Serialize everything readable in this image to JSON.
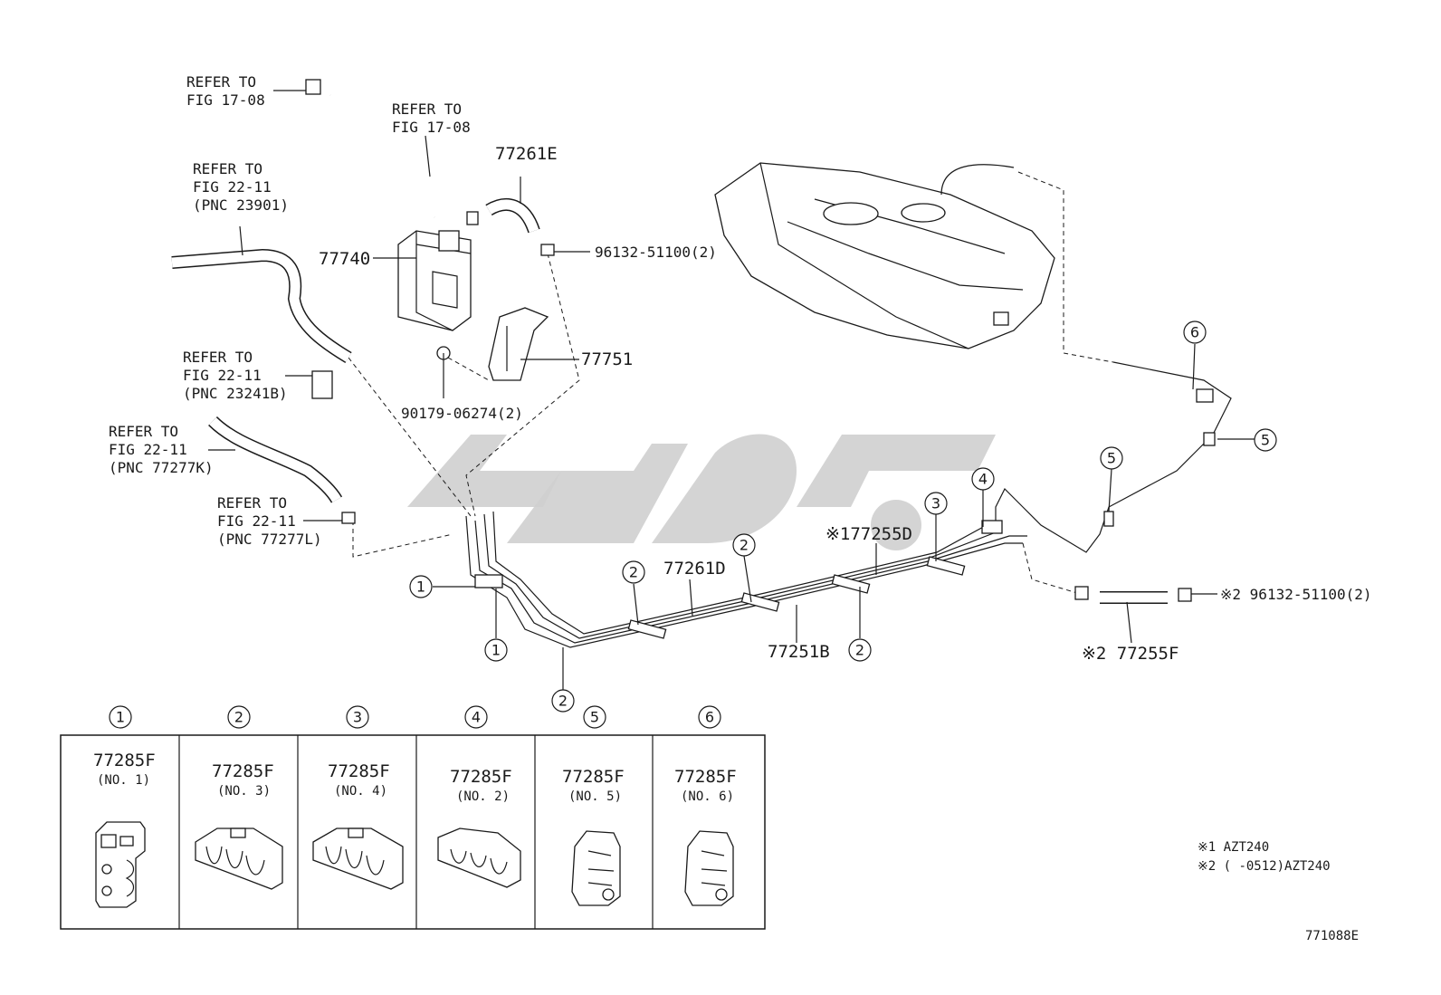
{
  "refers": [
    {
      "l1": "REFER TO",
      "l2": "FIG 17-08",
      "l3": ""
    },
    {
      "l1": "REFER TO",
      "l2": "FIG 17-08",
      "l3": ""
    },
    {
      "l1": "REFER TO",
      "l2": "FIG 22-11",
      "l3": "(PNC 23901)"
    },
    {
      "l1": "REFER TO",
      "l2": "FIG 22-11",
      "l3": "(PNC 23241B)"
    },
    {
      "l1": "REFER TO",
      "l2": "FIG 22-11",
      "l3": "(PNC 77277K)"
    },
    {
      "l1": "REFER TO",
      "l2": "FIG 22-11",
      "l3": "(PNC 77277L)"
    }
  ],
  "parts": {
    "p77261E": "77261E",
    "p77740": "77740",
    "p96132a": "96132-51100(2)",
    "p77751": "77751",
    "p90179": "90179-06274(2)",
    "p77261D": "77261D",
    "p77255D": "※177255D",
    "p77251B": "77251B",
    "p96132b": "※2 96132-51100(2)",
    "p77255F": "※2 77255F"
  },
  "callouts": [
    "1",
    "2",
    "3",
    "4",
    "5",
    "6"
  ],
  "clamps": [
    {
      "num": "1",
      "pn": "77285F",
      "no": "(NO. 1)"
    },
    {
      "num": "2",
      "pn": "77285F",
      "no": "(NO. 3)"
    },
    {
      "num": "3",
      "pn": "77285F",
      "no": "(NO. 4)"
    },
    {
      "num": "4",
      "pn": "77285F",
      "no": "(NO. 2)"
    },
    {
      "num": "5",
      "pn": "77285F",
      "no": "(NO. 5)"
    },
    {
      "num": "6",
      "pn": "77285F",
      "no": "(NO. 6)"
    }
  ],
  "notes": {
    "n1": "※1 AZT240",
    "n2": "※2 (      -0512)AZT240"
  },
  "figure_id": "771088E"
}
